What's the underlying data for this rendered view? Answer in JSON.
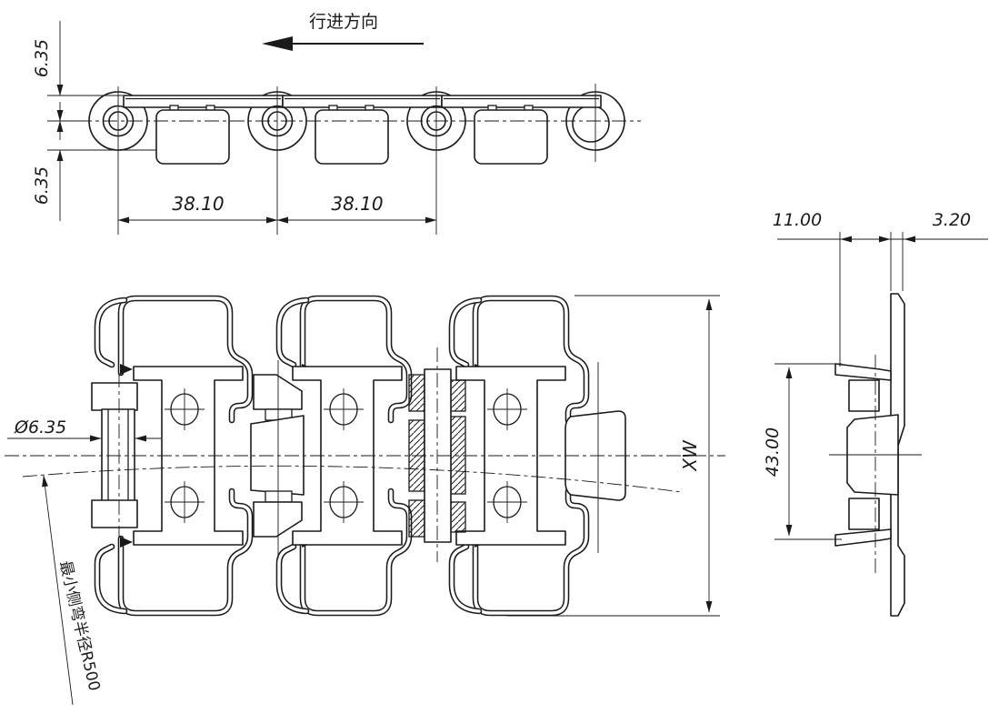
{
  "drawing": {
    "colors": {
      "background": "#ffffff",
      "line": "#1a1a1a"
    },
    "top_view": {
      "direction_label": "行进方向",
      "dim_plate_top": "6.35",
      "dim_plate_bottom": "6.35",
      "dim_pitch_left": "38.10",
      "dim_pitch_right": "38.10"
    },
    "plan_view": {
      "dim_pin_diameter": "Ø6.35",
      "dim_overall_width": "XW",
      "note_min_bend_radius": "最小侧弯半径R500"
    },
    "profile_view": {
      "dim_hub_width": "11.00",
      "dim_plate_thickness": "3.20",
      "dim_height": "43.00"
    }
  }
}
